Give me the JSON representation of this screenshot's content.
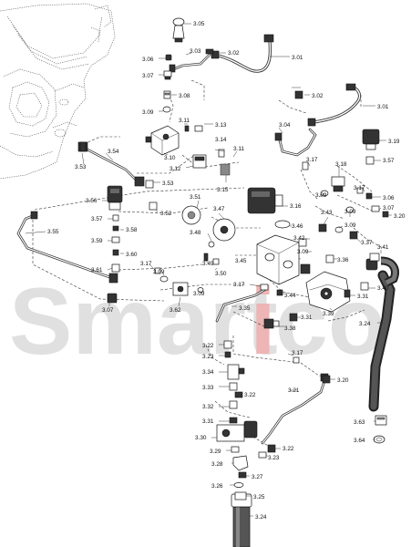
{
  "watermark": {
    "part1": "Smart",
    "part2": "i",
    "part3": "co",
    "color_gray": "#c8c8c8",
    "color_red": "#e07a7a"
  },
  "labels": {
    "p3_05": "3.05",
    "p3_03": "3.03",
    "p3_02a": "3.02",
    "p3_01a": "3.01",
    "p3_06a": "3.06",
    "p3_07a": "3.07",
    "p3_08": "3.08",
    "p3_02b": "3.02",
    "p3_01b": "3.01",
    "p3_09a": "3.09",
    "p3_11a": "3.11",
    "p3_13": "3.13",
    "p3_04": "3.04",
    "p3_19": "3.19",
    "p3_14": "3.14",
    "p3_11b": "3.11",
    "p3_54": "3.54",
    "p3_10": "3.10",
    "p3_12": "3.12",
    "p3_17a": "3.17",
    "p3_18": "3.18",
    "p3_57a": "3.57",
    "p3_53a": "3.53",
    "p3_53b": "3.53",
    "p3_15": "3.15",
    "p3_09b": "3.09",
    "p3_17b": "3.17",
    "p3_06b": "3.06",
    "p3_56": "3.56",
    "p3_51": "3.51",
    "p3_16": "3.16",
    "p3_09c": "3.09",
    "p3_07b": "3.07",
    "p3_20a": "3.20",
    "p3_52": "3.52",
    "p3_47": "3.47",
    "p3_43": "3.43",
    "p3_57b": "3.57",
    "p3_58": "3.58",
    "p3_46": "3.46",
    "p3_09d": "3.09",
    "p3_55": "3.55",
    "p3_48": "3.48",
    "p3_42": "3.42",
    "p3_37": "3.37",
    "p3_59": "3.59",
    "p3_09e": "3.09",
    "p3_41": "3.41",
    "p3_60": "3.60",
    "p3_49": "3.49",
    "p3_45": "3.45",
    "p3_36": "3.36",
    "p3_17c": "3.17",
    "p3_50": "3.50",
    "p3_61": "3.61",
    "p3_09f": "3.09",
    "p3_40": "3.40",
    "p3_31a": "3.31",
    "p3_17d": "3.17",
    "p3_44": "3.44",
    "p3_09g": "3.09",
    "p3_07c": "3.07",
    "p3_62": "3.62",
    "p3_35": "3.35",
    "p3_31b": "3.31",
    "p3_39": "3.39",
    "p3_24a": "3.24",
    "p3_38": "3.38",
    "p3_22a": "3.22",
    "p3_23a": "3.23",
    "p3_17e": "3.17",
    "p3_34": "3.34",
    "p3_20b": "3.20",
    "p3_33": "3.33",
    "p3_21": "3.21",
    "p3_22b": "3.22",
    "p3_32": "3.32",
    "p3_31c": "3.31",
    "p3_63": "3.63",
    "p3_30": "3.30",
    "p3_64": "3.64",
    "p3_29": "3.29",
    "p3_22c": "3.22",
    "p3_23b": "3.23",
    "p3_28": "3.28",
    "p3_27": "3.27",
    "p3_26": "3.26",
    "p3_25": "3.25",
    "p3_24b": "3.24"
  }
}
